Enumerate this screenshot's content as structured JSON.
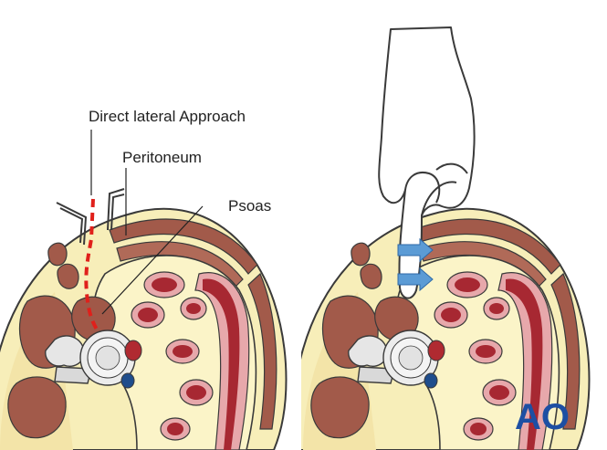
{
  "labels": {
    "approach": "Direct lateral Approach",
    "peritoneum": "Peritoneum",
    "psoas": "Psoas"
  },
  "logo": {
    "text": "AO",
    "color": "#1d4fa3"
  },
  "colors": {
    "outline": "#3a3a3a",
    "fat": "#f7eeb9",
    "abdomen": "#fbf4c8",
    "muscle": "#a25a4a",
    "bowel_outer": "#e7a8ab",
    "bowel_inner": "#a72832",
    "vessel_red": "#b02a31",
    "vessel_blue": "#1f4d8c",
    "vertebra": "#e6e6e6",
    "approach_line": "#e0201b",
    "arrow": "#5b9bd5"
  },
  "icons": {
    "retractor": "retractor-icon",
    "gloved_hand": "gloved-hand-icon",
    "arrows": "arrow-right-icon"
  }
}
